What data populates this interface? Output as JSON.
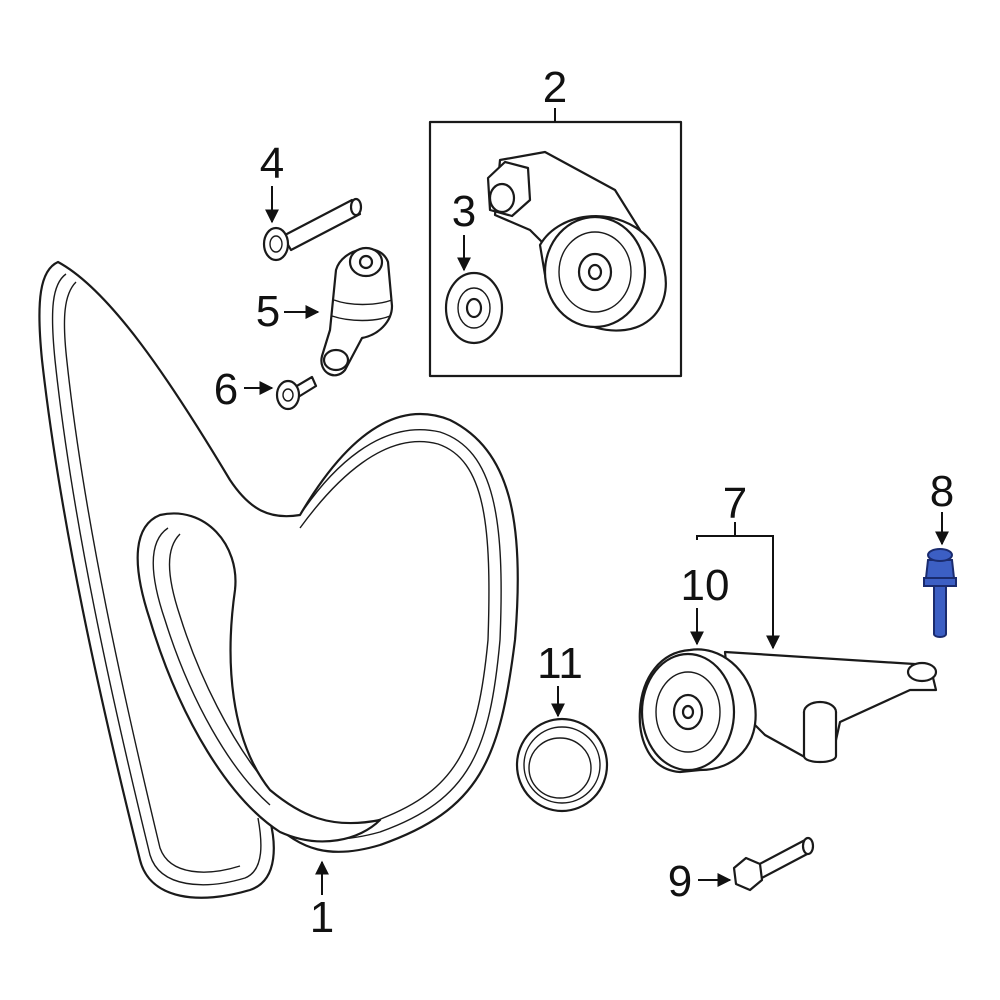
{
  "callouts": [
    {
      "id": "1",
      "label": "1"
    },
    {
      "id": "2",
      "label": "2"
    },
    {
      "id": "3",
      "label": "3"
    },
    {
      "id": "4",
      "label": "4"
    },
    {
      "id": "5",
      "label": "5"
    },
    {
      "id": "6",
      "label": "6"
    },
    {
      "id": "7",
      "label": "7"
    },
    {
      "id": "8",
      "label": "8"
    },
    {
      "id": "9",
      "label": "9"
    },
    {
      "id": "10",
      "label": "10"
    },
    {
      "id": "11",
      "label": "11"
    }
  ],
  "colors": {
    "line": "#1a1a1a",
    "highlight": "#3c5fc4",
    "background": "#ffffff"
  }
}
